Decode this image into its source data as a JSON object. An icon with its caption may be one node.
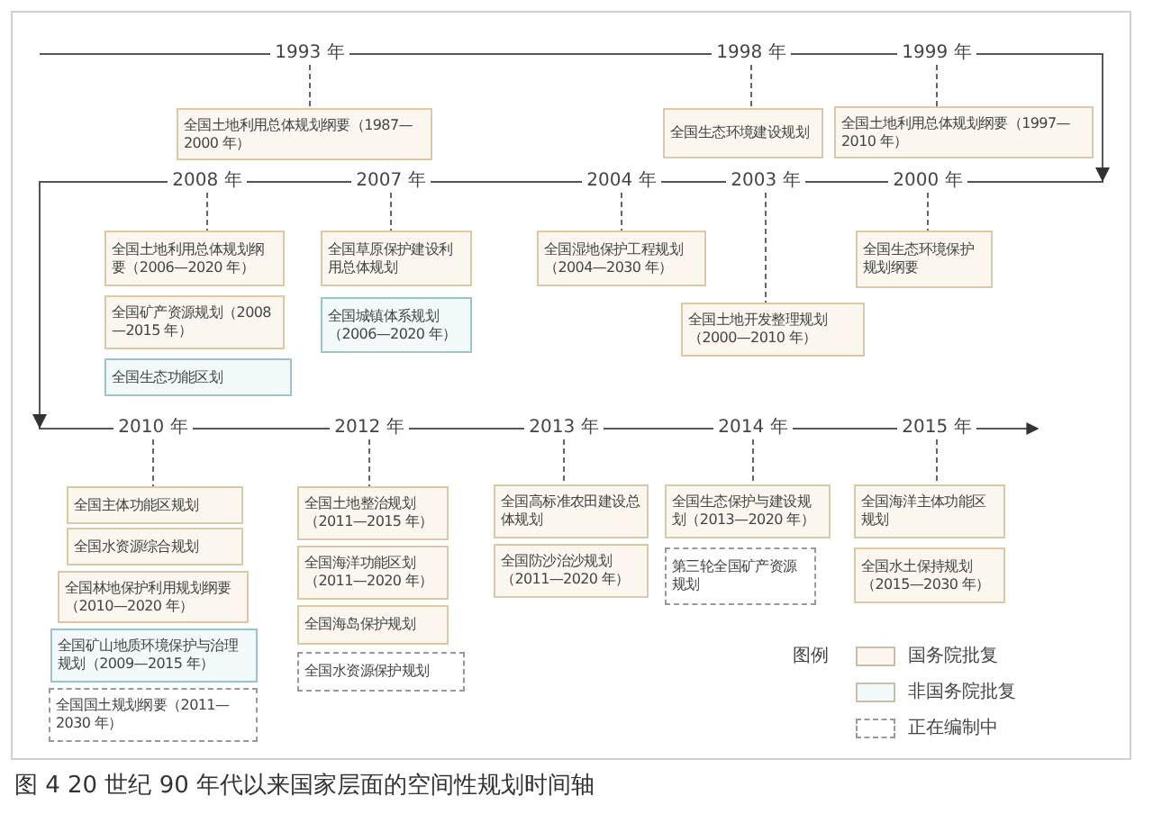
{
  "diagram": {
    "caption": "图 4 20 世纪 90 年代以来国家层面的空间性规划时间轴",
    "nodes": [
      {
        "text": [
          "1993 年"
        ]
      },
      {
        "text": [
          "1998 年"
        ]
      },
      {
        "text": [
          "1999 年"
        ]
      },
      {
        "text": [
          "全国土地利用总体规划纲要（1987—2000 年）"
        ]
      },
      {
        "text": [
          "全国生态环境建设规划"
        ]
      },
      {
        "text": [
          "全国土地利用总体规划纲要（1997—2010 年）"
        ]
      },
      {
        "text": [
          "2008 年"
        ]
      },
      {
        "text": [
          "2007 年"
        ]
      },
      {
        "text": [
          "2004 年"
        ]
      },
      {
        "text": [
          "2003 年"
        ]
      },
      {
        "text": [
          "2000 年"
        ]
      },
      {
        "text": [
          "全国土地利用总体规划纲要（2006—2020 年）"
        ]
      },
      {
        "text": [
          "全国矿产资源规划（2008—2015 年）"
        ]
      },
      {
        "text": [
          "全国生态功能区划"
        ]
      },
      {
        "text": [
          "全国草原保护建设利用总体规划"
        ]
      },
      {
        "text": [
          "全国城镇体系规划（2006—2020 年）"
        ]
      },
      {
        "text": [
          "全国湿地保护工程规划（2004—2030 年）"
        ]
      },
      {
        "text": [
          "全国土地开发整理规划（2000—2010 年）"
        ]
      },
      {
        "text": [
          "全国生态环境保护规划纲要"
        ]
      },
      {
        "text": [
          "2010 年"
        ]
      },
      {
        "text": [
          "2012 年"
        ]
      },
      {
        "text": [
          "2013 年"
        ]
      },
      {
        "text": [
          "2014 年"
        ]
      },
      {
        "text": [
          "2015 年"
        ]
      },
      {
        "text": [
          "全国主体功能区规划"
        ]
      },
      {
        "text": [
          "全国水资源综合规划"
        ]
      },
      {
        "text": [
          "全国林地保护利用规划纲要（2010—2020 年）"
        ]
      },
      {
        "text": [
          "全国矿山地质环境保护与治理规划（2009—2015 年）"
        ]
      },
      {
        "text": [
          "全国国土规划纲要（2011—2030 年）"
        ]
      },
      {
        "text": [
          "全国土地整治规划（2011—2015 年）"
        ]
      },
      {
        "text": [
          "全国海洋功能区划（2011—2020 年）"
        ]
      },
      {
        "text": [
          "全国海岛保护规划"
        ]
      },
      {
        "text": [
          "全国水资源保护规划"
        ]
      },
      {
        "text": [
          "全国高标准农田建设总体规划"
        ]
      },
      {
        "text": [
          "全国防沙治沙规划（2011—2020 年）"
        ]
      },
      {
        "text": [
          "全国生态保护与建设规划（2013—2020 年）"
        ]
      },
      {
        "text": [
          "第三轮全国矿产资源规划"
        ]
      },
      {
        "text": [
          "全国海洋主体功能区规划"
        ]
      },
      {
        "text": [
          "全国水土保持规划（2015—2030 年）"
        ]
      }
    ],
    "edges": [
      {
        "from": null,
        "to": 0,
        "arrow": "none"
      },
      {
        "from": 0,
        "to": 1,
        "arrow": "none"
      },
      {
        "from": 1,
        "to": 2,
        "arrow": "none"
      },
      {
        "from": 2,
        "to": 10,
        "arrow": "to"
      },
      {
        "from": 10,
        "to": 9,
        "arrow": "none"
      },
      {
        "from": 9,
        "to": 8,
        "arrow": "none"
      },
      {
        "from": 8,
        "to": 7,
        "arrow": "none"
      },
      {
        "from": 7,
        "to": 6,
        "arrow": "none"
      },
      {
        "from": 6,
        "to": 19,
        "arrow": "to"
      },
      {
        "from": 19,
        "to": 20,
        "arrow": "none"
      },
      {
        "from": 20,
        "to": 21,
        "arrow": "none"
      },
      {
        "from": 21,
        "to": 22,
        "arrow": "none"
      },
      {
        "from": 22,
        "to": 23,
        "arrow": "none"
      },
      {
        "from": 23,
        "to": null,
        "arrow": "to"
      },
      {
        "from": 0,
        "to": 3,
        "arrow": "none",
        "style": "dashed"
      },
      {
        "from": 1,
        "to": 4,
        "arrow": "none",
        "style": "dashed"
      },
      {
        "from": 2,
        "to": 5,
        "arrow": "none",
        "style": "dashed"
      },
      {
        "from": 6,
        "to": 11,
        "arrow": "none",
        "style": "dashed"
      },
      {
        "from": 7,
        "to": 14,
        "arrow": "none",
        "style": "dashed"
      },
      {
        "from": 8,
        "to": 16,
        "arrow": "none",
        "style": "dashed"
      },
      {
        "from": 9,
        "to": 17,
        "arrow": "none",
        "style": "dashed"
      },
      {
        "from": 10,
        "to": 18,
        "arrow": "none",
        "style": "dashed"
      },
      {
        "from": 19,
        "to": 24,
        "arrow": "none",
        "style": "dashed"
      },
      {
        "from": 20,
        "to": 29,
        "arrow": "none",
        "style": "dashed"
      },
      {
        "from": 21,
        "to": 33,
        "arrow": "none",
        "style": "dashed"
      },
      {
        "from": 22,
        "to": 35,
        "arrow": "none",
        "style": "dashed"
      },
      {
        "from": 23,
        "to": 37,
        "arrow": "none",
        "style": "dashed"
      }
    ],
    "labels": [
      "图例"
    ],
    "legend": [
      {
        "text": "国务院批复",
        "color": "#fbf7ef"
      },
      {
        "text": "非国务院批复",
        "color": "#f1f9fb"
      },
      {
        "text": "正在编制中"
      }
    ]
  }
}
